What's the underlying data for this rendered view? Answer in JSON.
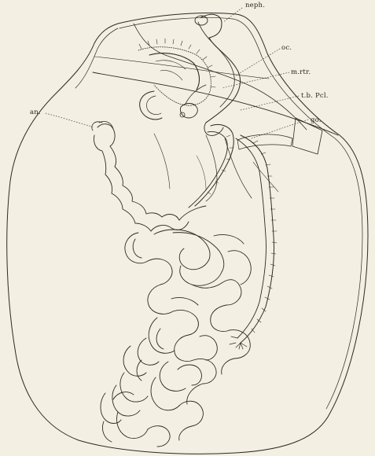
{
  "labels": {
    "neph": "neph.",
    "oc": "oc.",
    "mrtr": "m.rtr.",
    "tbpcl": "t.b. Pcl.",
    "go": "go.",
    "an": "an."
  },
  "colors": {
    "ink": "#2f2a22",
    "paper": "#f4efe3"
  }
}
